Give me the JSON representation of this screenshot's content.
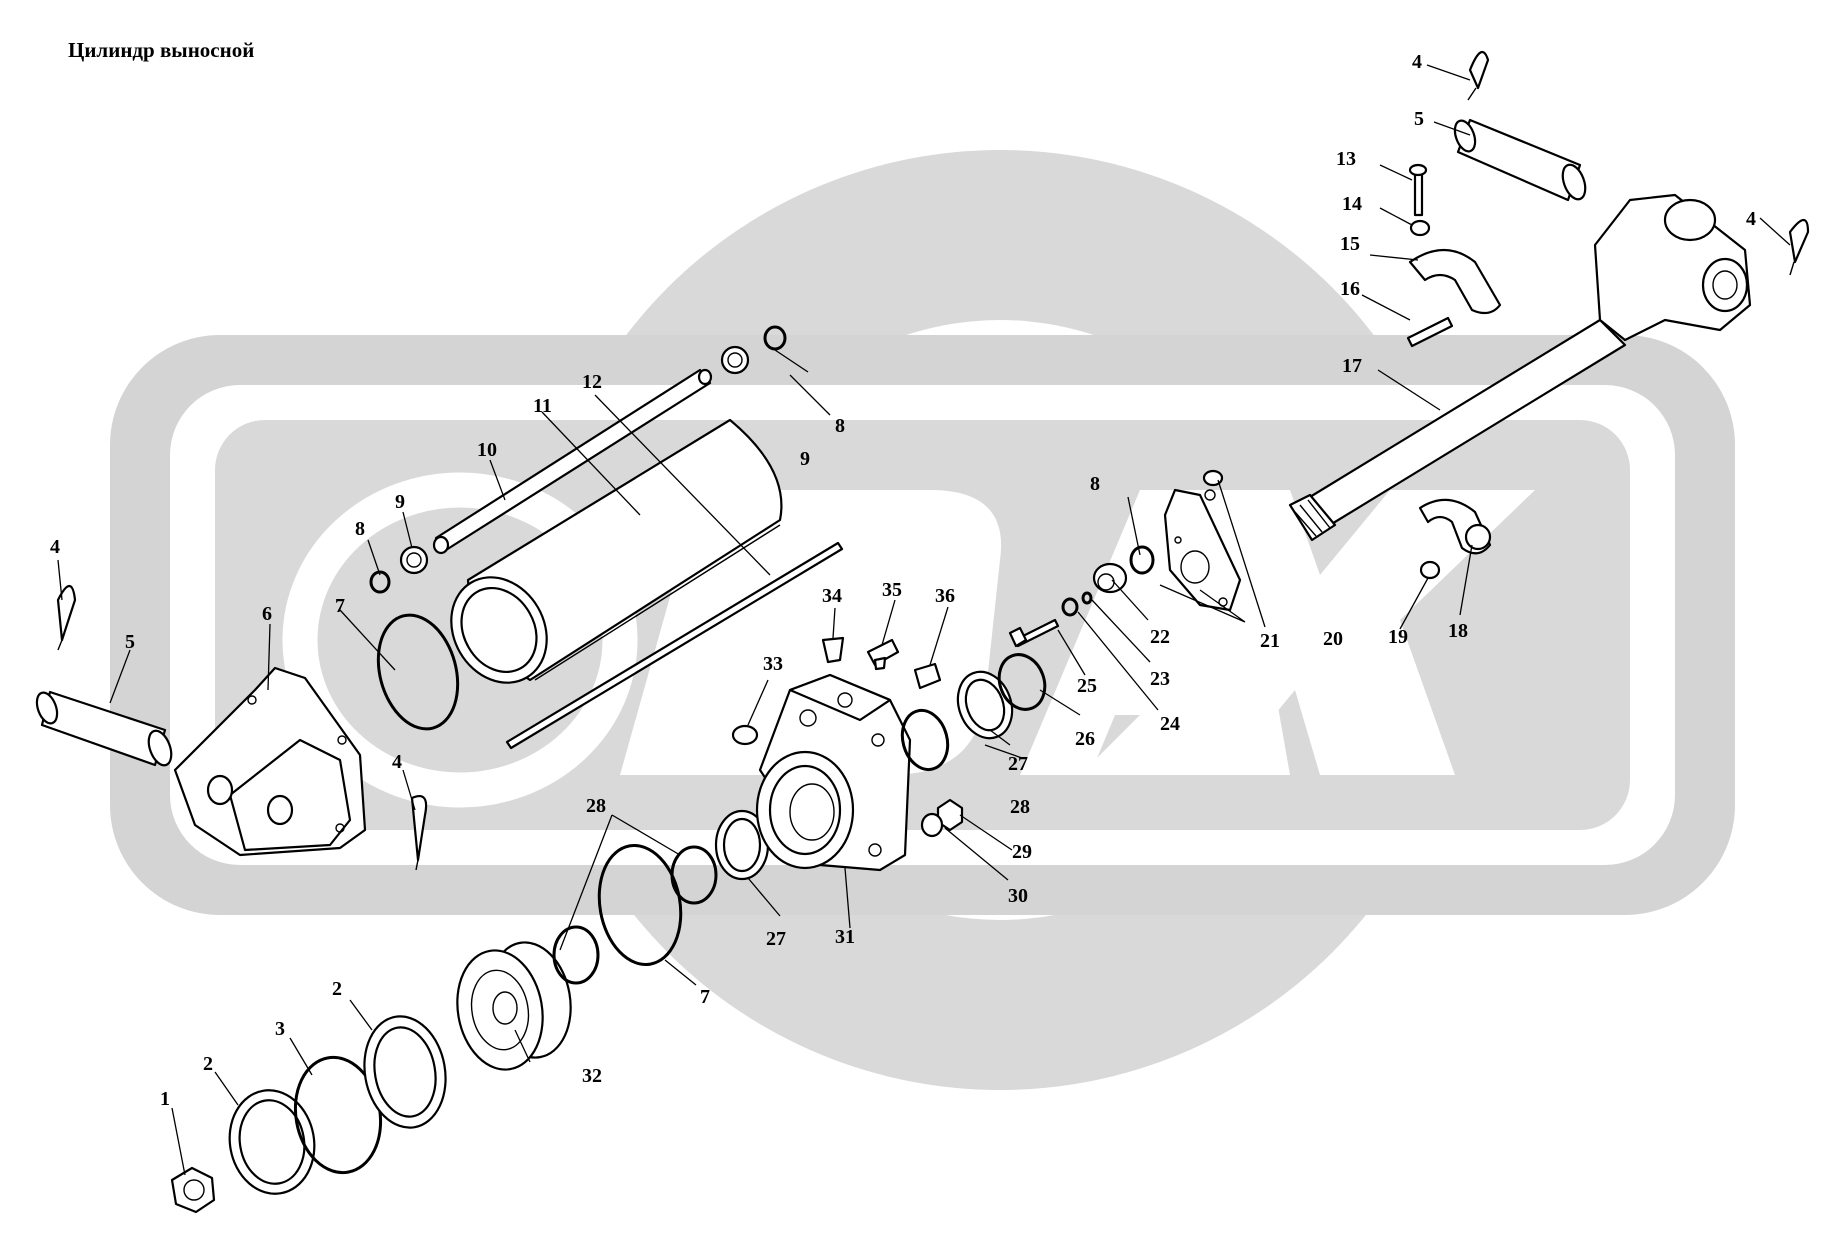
{
  "title": "Цилиндр выносной",
  "watermark": {
    "text": "DAX",
    "color": "#d4d4d4"
  },
  "callouts": [
    {
      "n": "1"
    },
    {
      "n": "2"
    },
    {
      "n": "2"
    },
    {
      "n": "3"
    },
    {
      "n": "4"
    },
    {
      "n": "4"
    },
    {
      "n": "4"
    },
    {
      "n": "4"
    },
    {
      "n": "5"
    },
    {
      "n": "5"
    },
    {
      "n": "6"
    },
    {
      "n": "7"
    },
    {
      "n": "7"
    },
    {
      "n": "8"
    },
    {
      "n": "8"
    },
    {
      "n": "8"
    },
    {
      "n": "9"
    },
    {
      "n": "9"
    },
    {
      "n": "10"
    },
    {
      "n": "11"
    },
    {
      "n": "12"
    },
    {
      "n": "13"
    },
    {
      "n": "14"
    },
    {
      "n": "15"
    },
    {
      "n": "16"
    },
    {
      "n": "17"
    },
    {
      "n": "18"
    },
    {
      "n": "19"
    },
    {
      "n": "20"
    },
    {
      "n": "21"
    },
    {
      "n": "22"
    },
    {
      "n": "23"
    },
    {
      "n": "24"
    },
    {
      "n": "25"
    },
    {
      "n": "26"
    },
    {
      "n": "27"
    },
    {
      "n": "27"
    },
    {
      "n": "28"
    },
    {
      "n": "28"
    },
    {
      "n": "29"
    },
    {
      "n": "30"
    },
    {
      "n": "31"
    },
    {
      "n": "32"
    },
    {
      "n": "33"
    },
    {
      "n": "34"
    },
    {
      "n": "35"
    },
    {
      "n": "36"
    }
  ]
}
